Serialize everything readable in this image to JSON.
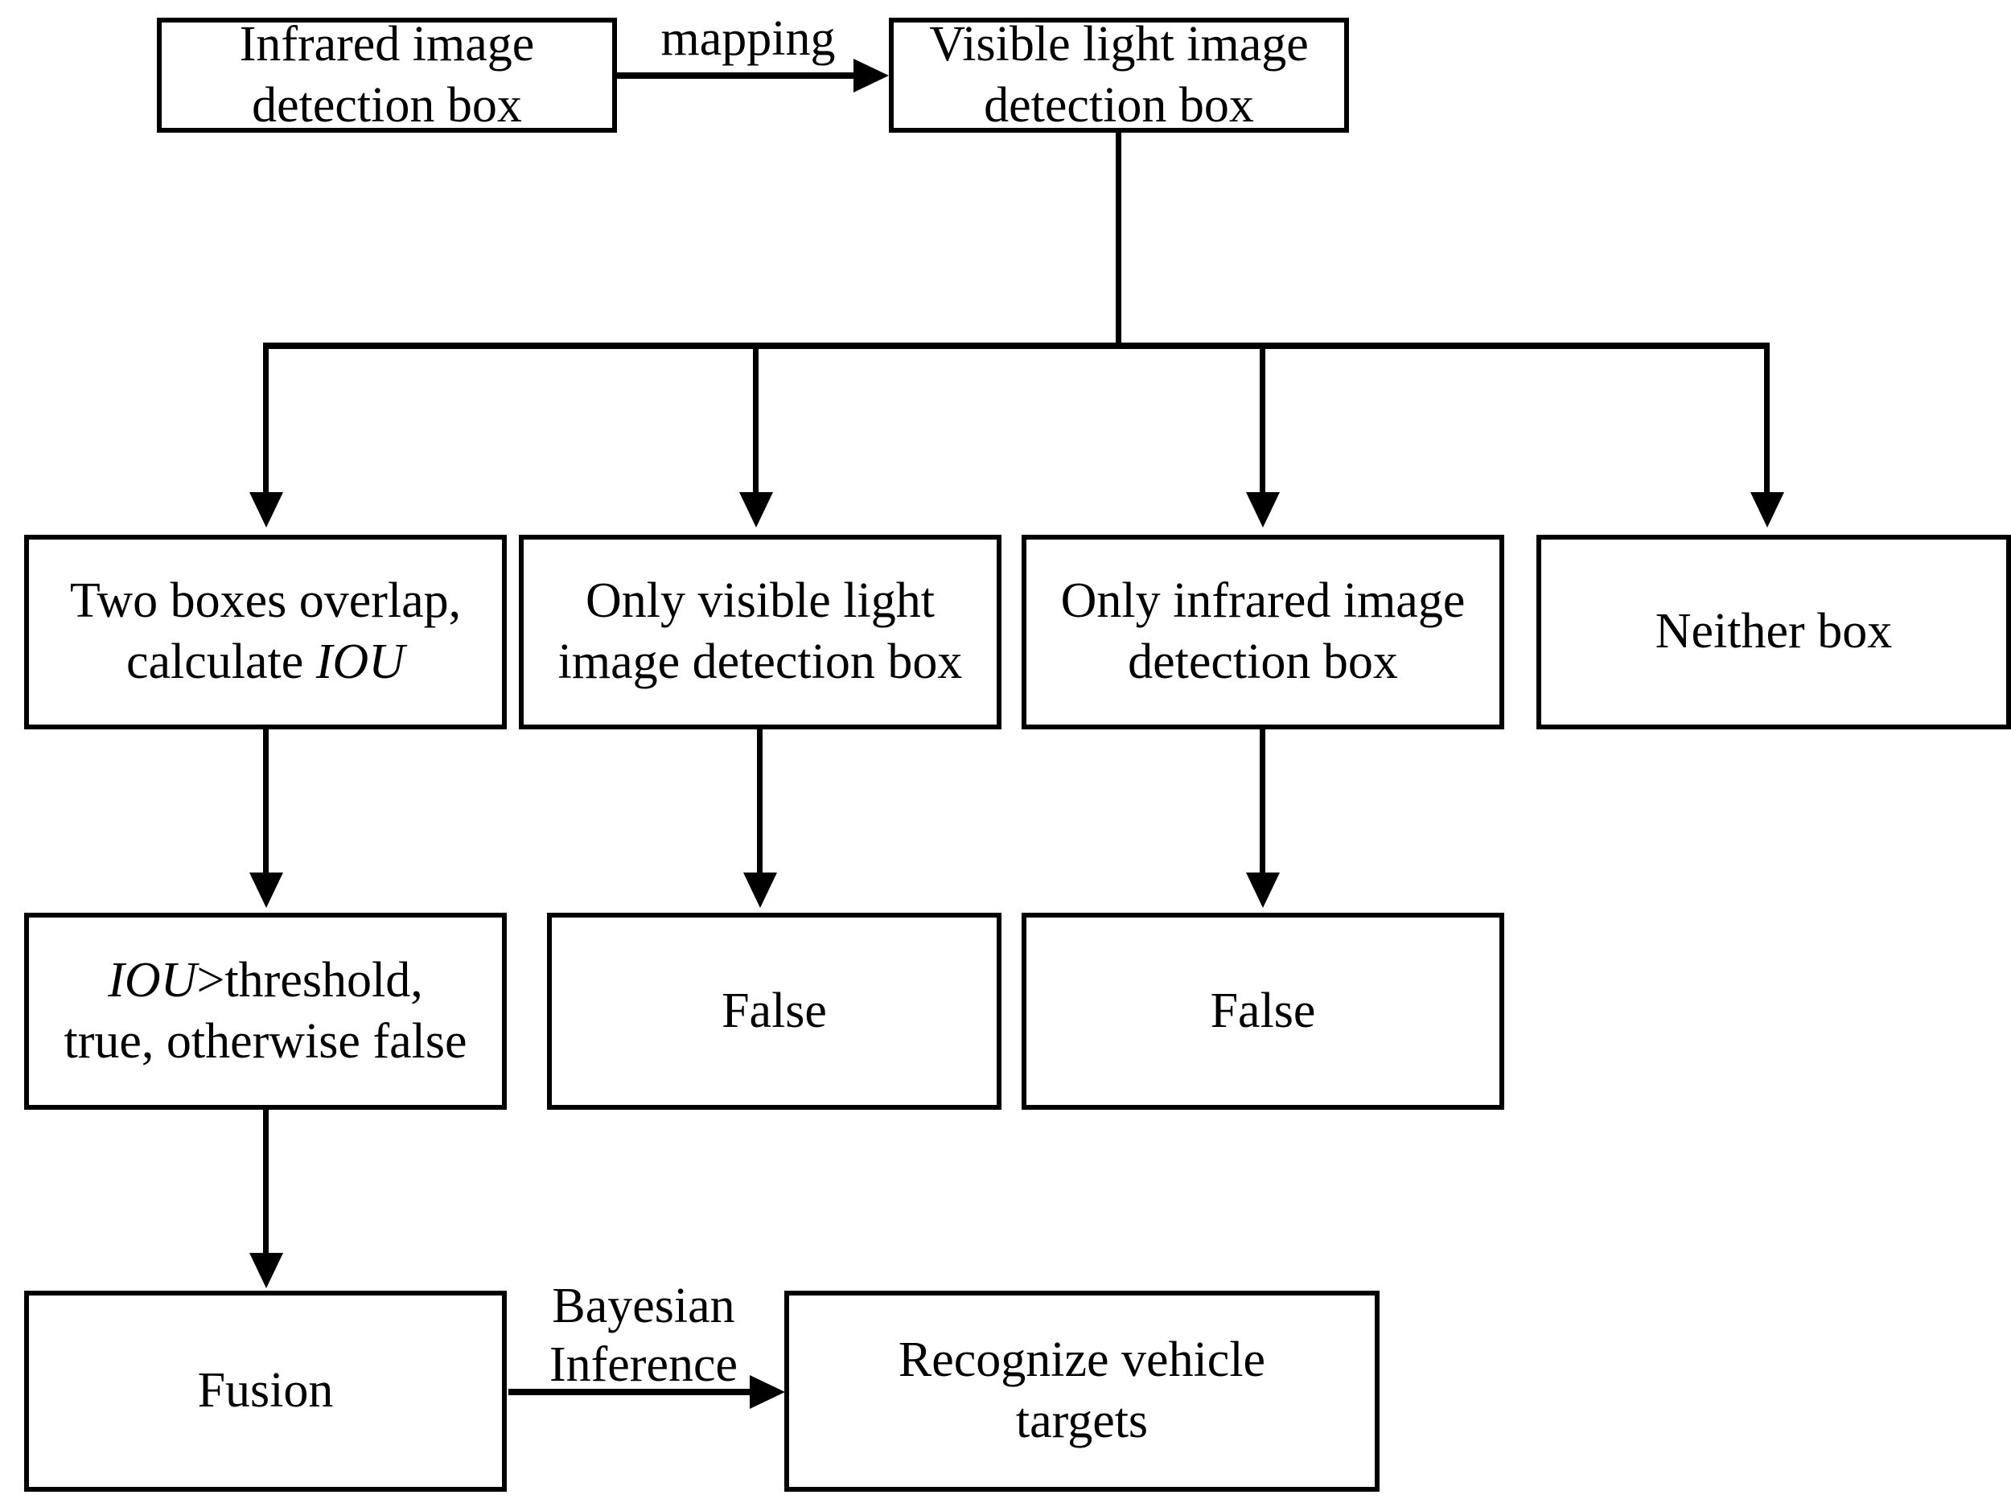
{
  "diagram": {
    "type": "flowchart",
    "title": "",
    "nodes": [
      {
        "id": "infrared-detection-box",
        "label": "Infrared image\ndetection box"
      },
      {
        "id": "visible-detection-box",
        "label": "Visible light image\ndetection box"
      },
      {
        "id": "two-boxes-overlap",
        "label_before": "Two boxes overlap,\ncalculate ",
        "label_italic": "IOU",
        "label_after": ""
      },
      {
        "id": "only-visible-box",
        "label": "Only visible light\nimage detection box"
      },
      {
        "id": "only-infrared-box",
        "label": "Only infrared image\ndetection box"
      },
      {
        "id": "neither-box",
        "label": "Neither box"
      },
      {
        "id": "iou-threshold",
        "label_before": "",
        "label_italic": "IOU",
        "label_after": ">threshold,\ntrue, otherwise false"
      },
      {
        "id": "false-visible",
        "label": "False"
      },
      {
        "id": "false-infrared",
        "label": "False"
      },
      {
        "id": "fusion",
        "label": "Fusion"
      },
      {
        "id": "recognize-vehicle-targets",
        "label": "Recognize vehicle\ntargets"
      }
    ],
    "edge_labels": {
      "mapping": "mapping",
      "bayesian_inference": "Bayesian\nInference"
    },
    "colors": {
      "stroke": "#000000",
      "fill": "#ffffff",
      "text": "#000000"
    }
  }
}
